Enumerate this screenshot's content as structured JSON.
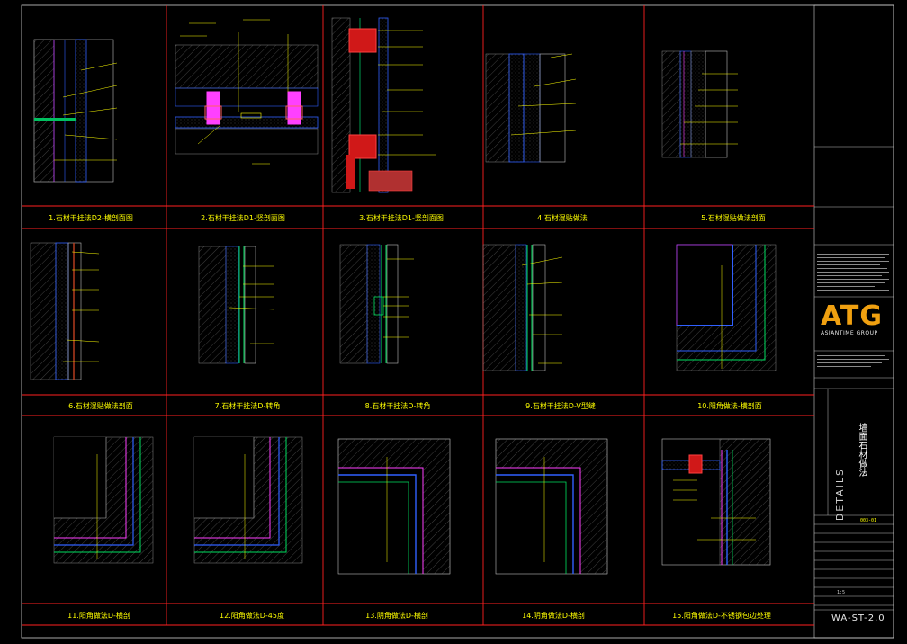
{
  "captions": [
    "1.石材干挂法D2-横剖面图",
    "2.石材干挂法D1-竖剖面图",
    "3.石材干挂法D1-竖剖面图",
    "4.石材湿贴做法",
    "5.石材湿贴做法剖面",
    "6.石材湿贴做法剖面",
    "7.石材干挂法D-转角",
    "8.石材干挂法D-转角",
    "9.石材干挂法D-V型缝",
    "10.阳角做法-横剖面",
    "11.阳角做法D-横剖",
    "12.阳角做法D-45度",
    "13.阴角做法D-横剖",
    "14.阴角做法D-横剖",
    "15.阳角做法D-不锈钢包边处理"
  ],
  "title_block": {
    "logo": "ATG",
    "company": "ASIANTIME GROUP",
    "sheet_title": "墙面石材做法",
    "details": "DETAILS",
    "drawing_no": "WA-ST-2.0",
    "drawing_code": "003-01",
    "scale": "1:5"
  }
}
